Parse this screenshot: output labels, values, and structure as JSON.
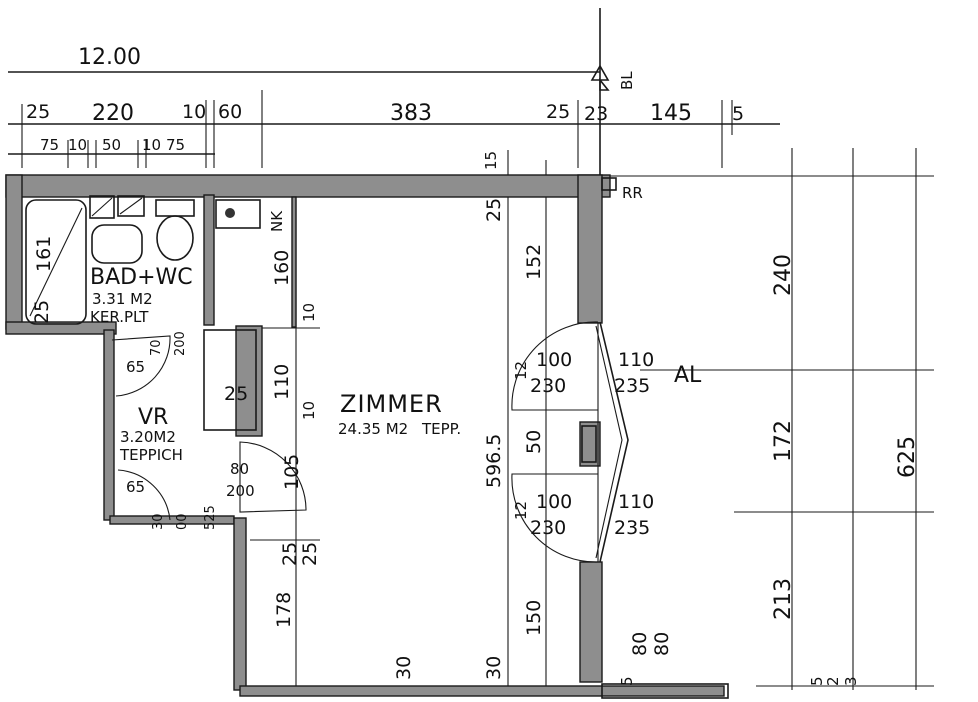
{
  "rooms": {
    "bath": {
      "name": "BAD+WC",
      "area": "3.31 M2",
      "floor": "KER.PLT"
    },
    "hall": {
      "name": "VR",
      "area": "3.20M2",
      "floor": "TEPPICH"
    },
    "main": {
      "name": "ZIMMER",
      "area": "24.35 M2",
      "floor": "TEPP."
    },
    "kitchen": {
      "name": "NK"
    },
    "balcony": {
      "name": "AL"
    }
  },
  "markers": {
    "bl": "BL",
    "rr": "RR"
  },
  "dims": {
    "overall": "12.00",
    "top": [
      "25",
      "220",
      "10",
      "60",
      "383",
      "25",
      "23",
      "145",
      "5"
    ],
    "bath_sub": [
      "75",
      "10",
      "50",
      "10",
      "75"
    ],
    "bath_left": [
      "161",
      "25"
    ],
    "door_bath": [
      "70",
      "200"
    ],
    "hall": [
      "65",
      "65",
      "80",
      "200",
      "30",
      "00",
      "525"
    ],
    "kitchen": [
      "160",
      "10",
      "110",
      "10",
      "105",
      "25",
      "25"
    ],
    "room_left": [
      "25",
      "178"
    ],
    "room_bottom": [
      "30",
      "30"
    ],
    "window_col": [
      "15",
      "25",
      "152",
      "596.5",
      "150"
    ],
    "windows": [
      "12",
      "100",
      "230",
      "110",
      "235",
      "50",
      "12",
      "100",
      "230",
      "110",
      "235"
    ],
    "right": [
      "240",
      "172",
      "213",
      "625"
    ],
    "bottom_right": [
      "80",
      "80",
      "5",
      "5",
      "2",
      "3"
    ]
  }
}
